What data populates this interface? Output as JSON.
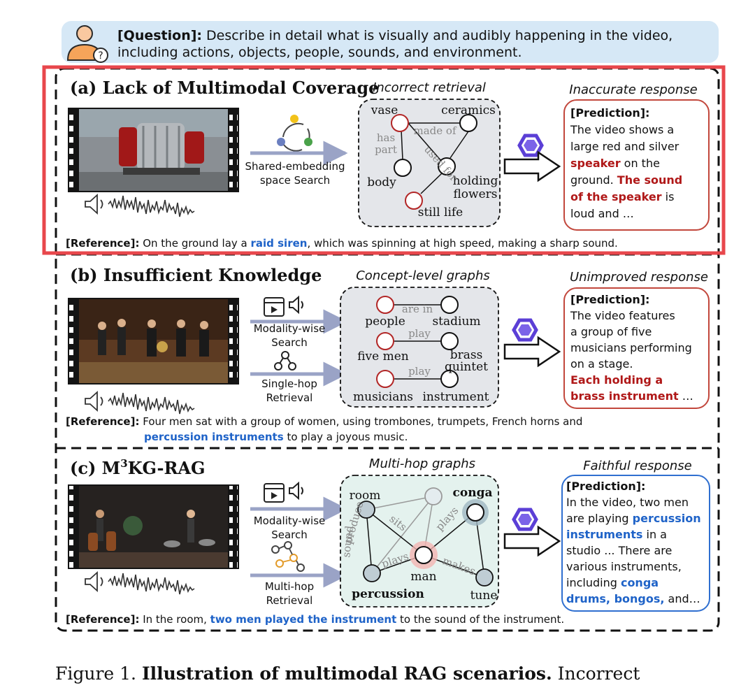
{
  "question": {
    "label": "[Question]:",
    "line1": " Describe in detail what is visually and audibly happening in the video,",
    "line2": "including actions, objects, people, sounds, and environment."
  },
  "panel_a": {
    "title": "(a) Lack of Multimodal Coverage",
    "search_line1": "Shared-embedding",
    "search_line2": "space Search",
    "graph_title": "Incorrect retrieval",
    "nodes": [
      "vase",
      "ceramics",
      "body",
      "holding",
      "flowers",
      "still life"
    ],
    "edges": [
      "made of",
      "has",
      "part",
      "used for"
    ],
    "response_title": "Inaccurate response",
    "prediction": {
      "label": "[Prediction]:",
      "l1": "The video shows a",
      "l2": "large red and silver",
      "l3_red": "speaker",
      "l3_rest": " on the",
      "l4a": "ground. ",
      "l4_red": "The sound",
      "l5_red": "of the speaker",
      "l5_rest": " is",
      "l6": "loud and …"
    },
    "reference": {
      "label": "[Reference]:",
      "pre": " On the ground lay a ",
      "blue": "raid siren",
      "post": ",  which was spinning at high speed, making a sharp sound."
    }
  },
  "panel_b": {
    "title": "(b) Insufficient Knowledge",
    "search1_line1": "Modality-wise",
    "search1_line2": "Search",
    "search2_line1": "Single-hop",
    "search2_line2": "Retrieval",
    "graph_title": "Concept-level graphs",
    "nodes": [
      "people",
      "stadium",
      "five men",
      "brass",
      "quintet",
      "musicians",
      "instrument"
    ],
    "edges": [
      "are in",
      "play",
      "play"
    ],
    "response_title": "Unimproved response",
    "prediction": {
      "label": "[Prediction]:",
      "l1": "The video features",
      "l2": "a group of five",
      "l3": "musicians performing",
      "l4": "on a stage.",
      "l5_red": "Each holding a",
      "l6_red": "brass instrument",
      "l6_rest": " …"
    },
    "reference": {
      "label": "[Reference]:",
      "line1": " Four men sat with a group of women, using trombones, trumpets, French horns and",
      "blue": "percussion instruments",
      "post": " to play a joyous music."
    }
  },
  "panel_c": {
    "title_pre": "(c) M",
    "title_sup": "3",
    "title_post": "KG-RAG",
    "search1_line1": "Modality-wise",
    "search1_line2": "Search",
    "search2_line1": "Multi-hop",
    "search2_line2": "Retrieval",
    "graph_title": "Multi-hop graphs",
    "nodes": [
      "room",
      "conga",
      "man",
      "percussion",
      "tune"
    ],
    "edges": [
      "sits",
      "plays",
      "produce",
      "sound",
      "plays",
      "makes"
    ],
    "response_title": "Faithful response",
    "prediction": {
      "label": "[Prediction]:",
      "l1": "In the video, two men",
      "l2a": "are playing ",
      "l2_blue": "percussion",
      "l3_blue": "instruments",
      "l3_rest": " in a",
      "l4": "studio ... There are",
      "l5": "various  instruments,",
      "l6a": "including ",
      "l6_blue": "conga",
      "l7_blue": "drums, bongos,",
      "l7_rest": " and…"
    },
    "reference": {
      "label": "[Reference]:",
      "pre": " In the room, ",
      "blue": "two men played the instrument",
      "post": " to the sound of the instrument."
    }
  },
  "caption": {
    "prefix": "Figure 1. ",
    "bold": "Illustration of multimodal RAG scenarios.",
    "rest": " Incorrect"
  },
  "colors": {
    "highlight_red": "#e8474c",
    "answer_red": "#b01818",
    "answer_blue": "#1f63c8",
    "question_bg": "#d6e8f6",
    "graph_gray": "#e4e6ea",
    "graph_green": "#e4f2ee",
    "node_teal": "#bfcdd4"
  }
}
